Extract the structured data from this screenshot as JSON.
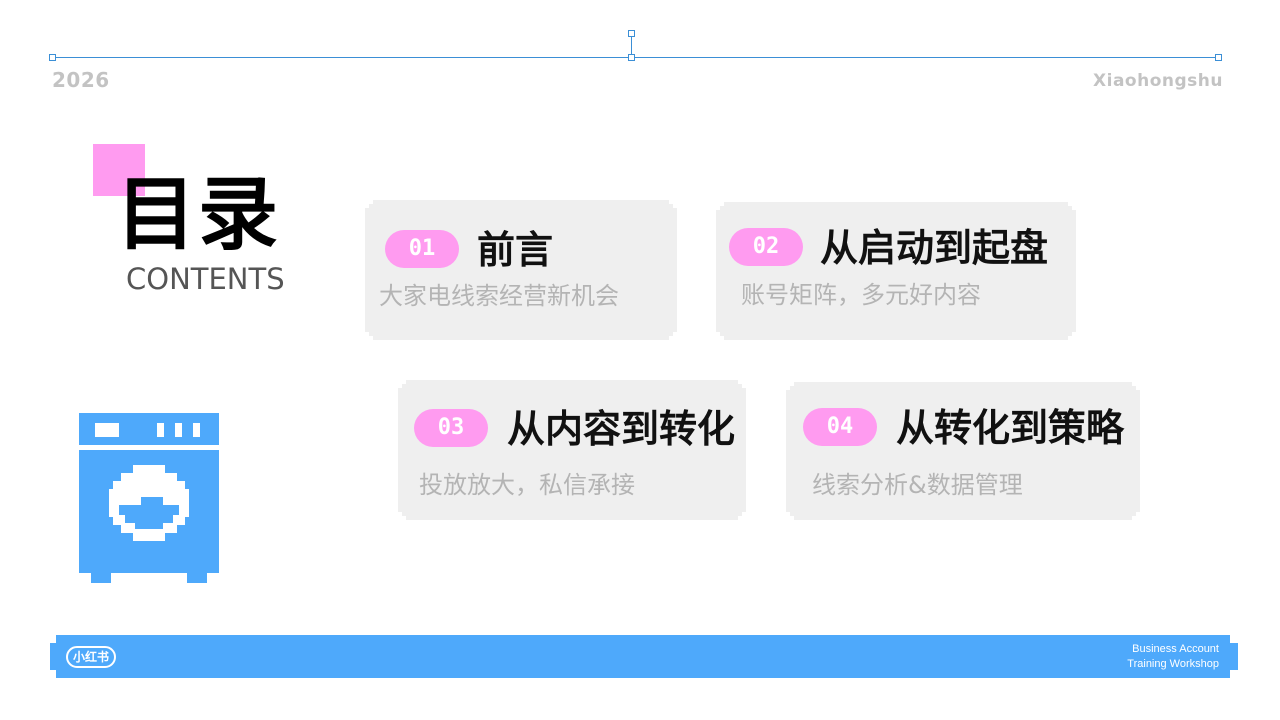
{
  "header": {
    "year": "2026",
    "brand": "Xiaohongshu"
  },
  "title": {
    "cn": "目录",
    "en": "CONTENTS"
  },
  "sections": [
    {
      "number": "01",
      "title": "前言",
      "subtitle": "大家电线索经营新机会"
    },
    {
      "number": "02",
      "title": "从启动到起盘",
      "subtitle": "账号矩阵，多元好内容"
    },
    {
      "number": "03",
      "title": "从内容到转化",
      "subtitle": "投放放大，私信承接"
    },
    {
      "number": "04",
      "title": "从转化到策略",
      "subtitle": "线索分析&数据管理"
    }
  ],
  "footer": {
    "logo": "小红书",
    "line1": "Business Account",
    "line2": "Training Workshop"
  },
  "colors": {
    "accent_pink": "#ff9bf0",
    "accent_blue": "#4ea9fb",
    "card_bg": "#efefef"
  },
  "icons": [
    "washing-machine-icon"
  ]
}
